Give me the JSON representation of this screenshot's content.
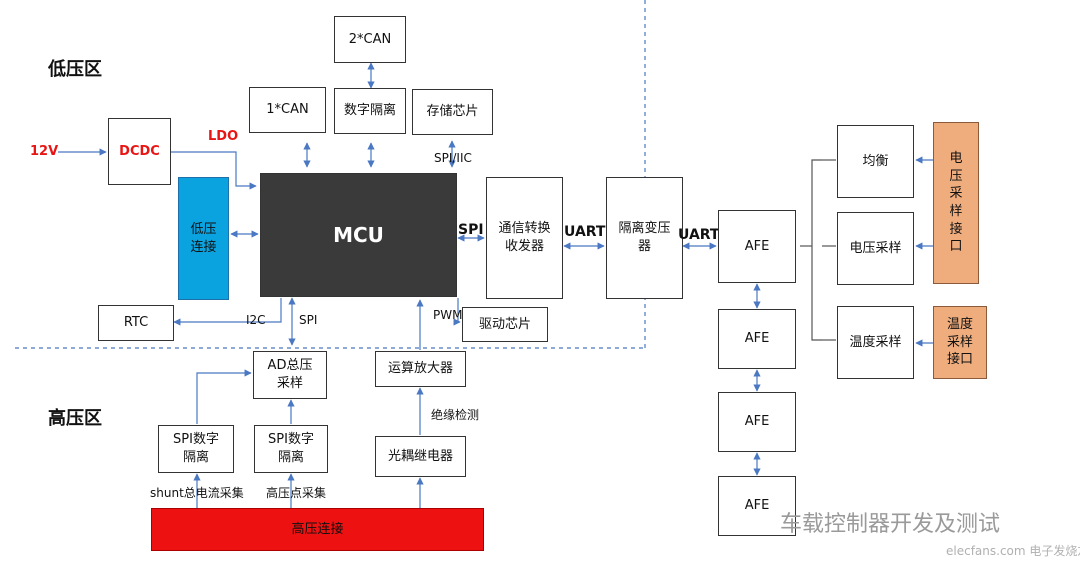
{
  "zones": {
    "low": "低压区",
    "high": "高压区"
  },
  "inputs": {
    "v12": "12V",
    "ldo": "LDO"
  },
  "blocks": {
    "can2": "2*CAN",
    "can1": "1*CAN",
    "digital_iso": "数字隔离",
    "storage": "存储芯片",
    "dcdc": "DCDC",
    "low_conn": "低压\n连接",
    "mcu": "MCU",
    "comm_transceiver": "通信转换\n收发器",
    "iso_transformer": "隔离变压\n器",
    "rtc": "RTC",
    "driver": "驱动芯片",
    "ad_total": "AD总压\n采样",
    "opamp": "运算放大器",
    "spi_iso_1": "SPI数字\n隔离",
    "spi_iso_2": "SPI数字\n隔离",
    "photo_relay": "光耦继电器",
    "hv_conn": "高压连接",
    "afe1": "AFE",
    "afe2": "AFE",
    "afe3": "AFE",
    "afe4": "AFE",
    "balance": "均衡",
    "volt_sample": "电压采样",
    "temp_sample": "温度采样",
    "volt_port": "电\n压\n采\n样\n接\n口",
    "temp_port": "温度\n采样\n接口"
  },
  "labels": {
    "spi_iic": "SPI/IIC",
    "spi_mcu": "SPI",
    "uart1": "UART",
    "uart2": "UART",
    "i2c": "I2C",
    "spi_bottom": "SPI",
    "pwm": "PWM",
    "insulation": "绝缘检测",
    "shunt": "shunt总电流采集",
    "hv_point": "高压点采集"
  },
  "watermark": {
    "main": "车载控制器开发及测试",
    "site": "elecfans.com 电子发烧友"
  },
  "colors": {
    "line": "#4a78c2",
    "blue_block": "#0aa3e0",
    "orange_block": "#efad7e",
    "red_block": "#ee1111",
    "mcu": "#3a3a3a"
  }
}
